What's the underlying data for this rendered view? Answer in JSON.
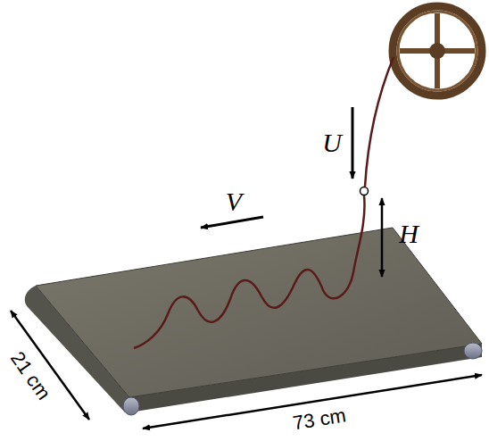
{
  "diagram": {
    "labels": [
      "U",
      "V",
      "H",
      "21 cm",
      "73 cm"
    ]
  }
}
